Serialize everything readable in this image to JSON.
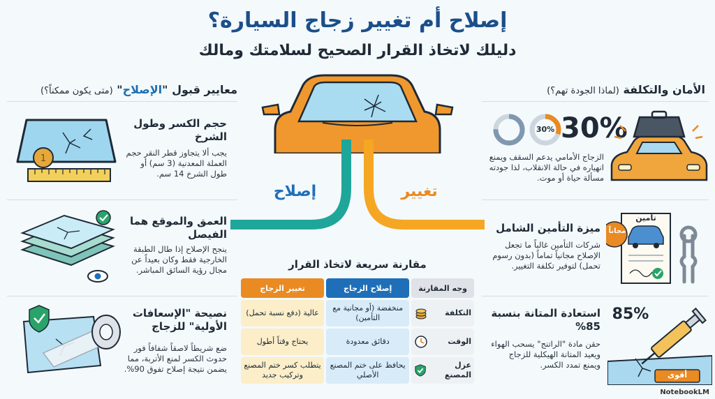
{
  "header": {
    "title": "إصلاح أم تغيير زجاج السيارة؟",
    "subtitle": "دليلك لاتخاذ القرار الصحيح لسلامتك ومالك"
  },
  "left_section": {
    "head_prefix": "معايير قبول \"",
    "head_highlight": "الإصلاح",
    "head_suffix": "\"",
    "head_note": "(متى يكون ممكناً؟)",
    "cards": [
      {
        "title": "حجم الكسر وطول الشرخ",
        "text": "يجب ألا يتجاوز قطر النقر حجم العملة المعدنية (3 سم) أو طول الشرخ 14 سم."
      },
      {
        "title": "العمق والموقع هما الفيصل",
        "text": "ينجح الإصلاح إذا طال الطبقة الخارجية فقط وكان بعيداً عن مجال رؤية السائق المباشر."
      },
      {
        "title": "نصيحة \"الإسعافات الأولية\" للزجاج",
        "text": "ضع شريطاً لاصقاً شفافاً فور حدوث الكسر لمنع الأتربة، مما يضمن نتيجة إصلاح تفوق 90%."
      }
    ]
  },
  "right_section": {
    "head": "الأمان والتكلفة",
    "head_note": "(لماذا الجودة تهم؟)",
    "cards": [
      {
        "title": "",
        "big": "30%",
        "badge": "30%",
        "text": "الزجاج الأمامي يدعم السقف ويمنع انهياره في حالة الانقلاب، لذا جودته مسألة حياة أو موت."
      },
      {
        "title": "ميزة التأمين الشامل",
        "badge": "مجاناً",
        "doc_label": "تأمين",
        "text": "شركات التأمين غالباً ما تجعل الإصلاح مجانياً تماماً (بدون رسوم تحمل) لتوفير تكلفة التغيير."
      },
      {
        "title": "استعادة المتانة بنسبة 85%",
        "big": "85%",
        "tag": "أقوى",
        "text": "حقن مادة \"الراتنج\" يسحب الهواء ويعيد المتانة الهيكلية للزجاج ويمنع تمدد الكسر."
      }
    ]
  },
  "center": {
    "branch_repair": "إصلاح",
    "branch_replace": "تغيير",
    "table_title": "مقارنة سريعة لاتخاذ القرار",
    "table": {
      "headers": [
        "وجه المقارنة",
        "إصلاح الزجاج",
        "تغيير الزجاج"
      ],
      "rows": [
        [
          "التكلفة",
          "منخفضة (أو مجانية مع التأمين)",
          "عالية (دفع نسبة تحمل)"
        ],
        [
          "الوقت",
          "دقائق معدودة",
          "يحتاج وقتاً أطول"
        ],
        [
          "عزل المصنع",
          "يحافظ على ختم المصنع الأصلي",
          "يتطلب كسر ختم المصنع وتركيب جديد"
        ]
      ]
    }
  },
  "footer": {
    "brand": "NotebookLM"
  },
  "colors": {
    "blue": "#1e6fb8",
    "orange": "#e98a22",
    "teal": "#1ea69a",
    "title_blue": "#1b4f8a"
  }
}
